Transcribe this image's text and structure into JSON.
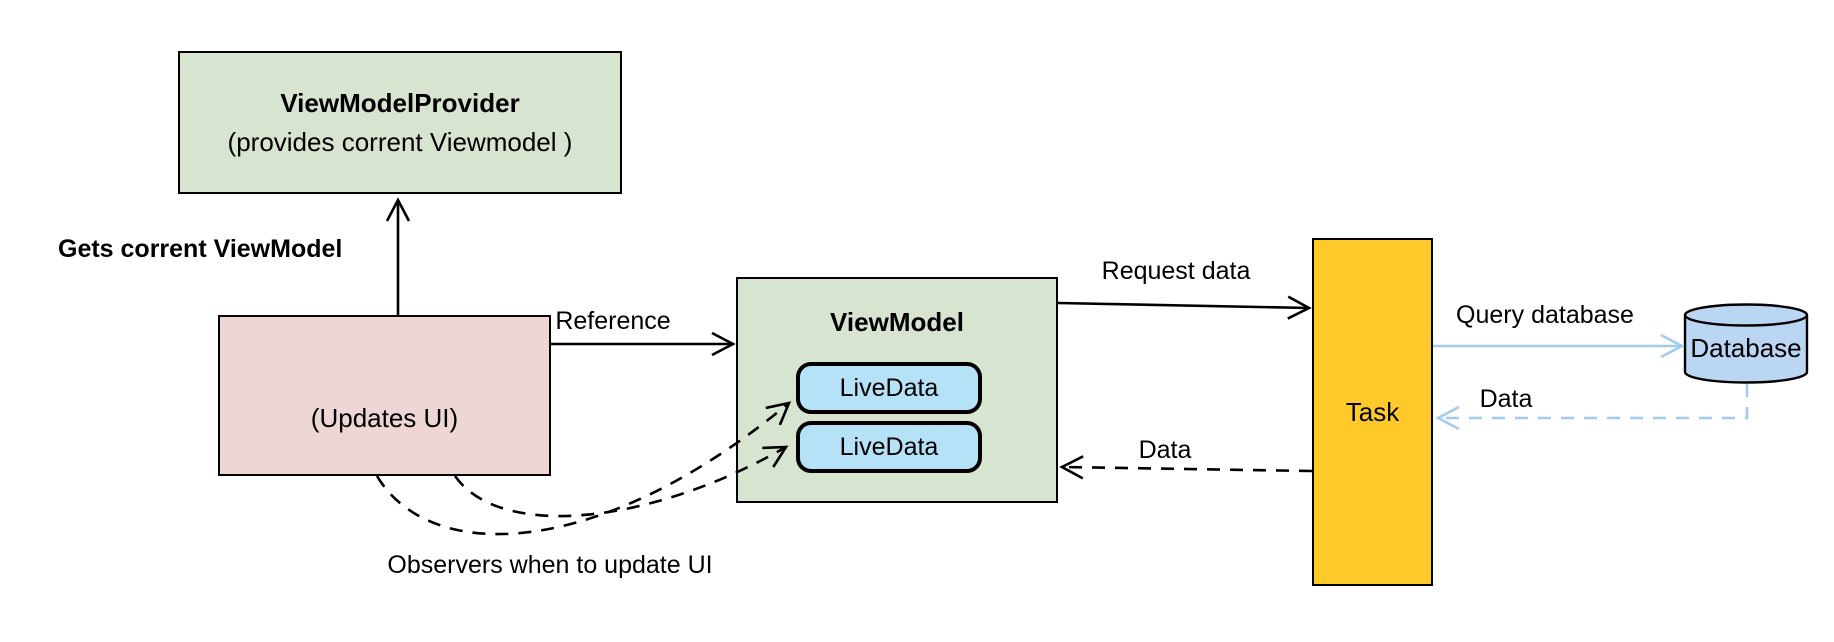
{
  "diagram": {
    "nodes": {
      "provider": {
        "title": "ViewModelProvider",
        "subtitle": "(provides corrent Viewmodel )"
      },
      "updates_ui": {
        "label": "(Updates UI)"
      },
      "viewmodel": {
        "title": "ViewModel",
        "livedata_1": "LiveData",
        "livedata_2": "LiveData"
      },
      "task": {
        "label": "Task"
      },
      "database": {
        "label": "Database"
      }
    },
    "edge_labels": {
      "gets_viewmodel": "Gets corrent ViewModel",
      "reference": "Reference",
      "request_data": "Request data",
      "data_to_viewmodel": "Data",
      "query_database": "Query database",
      "data_from_database": "Data",
      "observers": "Observers when to update UI"
    },
    "colors": {
      "green_fill": "#d7e4d0",
      "pink_fill": "#eed6d4",
      "orange_fill": "#fec929",
      "livedata_fill": "#b6e2f7",
      "database_fill": "#bbd6f2",
      "blue_arrow": "#a3cbf0",
      "ink": "#000000"
    }
  }
}
